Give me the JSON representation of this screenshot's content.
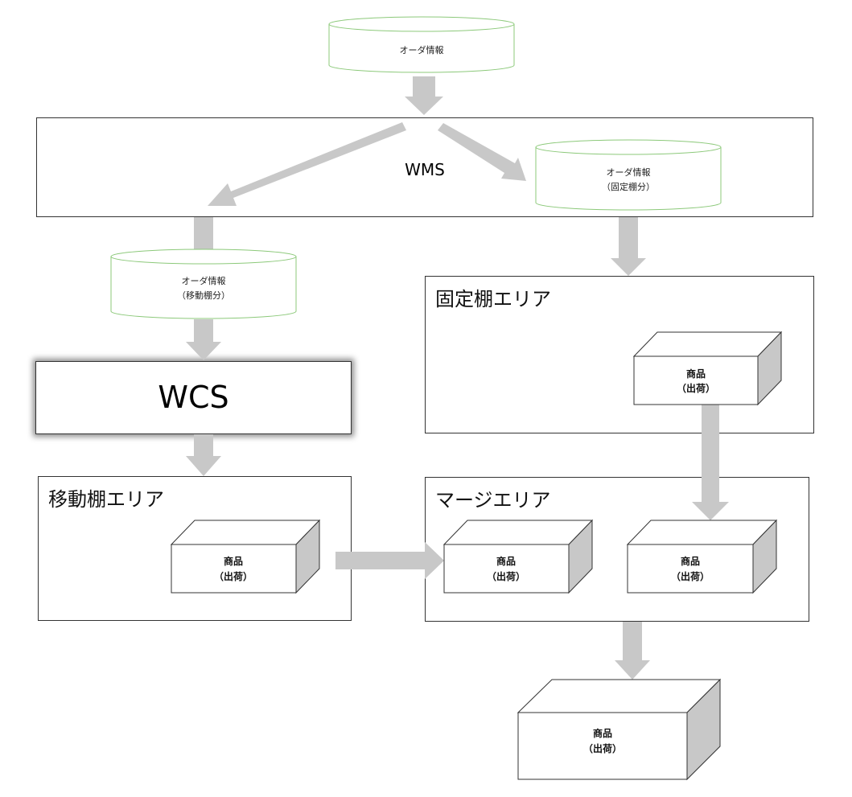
{
  "cylinders": {
    "order": {
      "line1": "オーダ情報",
      "line2": ""
    },
    "fixed": {
      "line1": "オーダ情報",
      "line2": "（固定棚分）"
    },
    "mobile": {
      "line1": "オーダ情報",
      "line2": "（移動棚分）"
    }
  },
  "systems": {
    "wms": "WMS",
    "wcs": "WCS"
  },
  "areas": {
    "fixed": "固定棚エリア",
    "mobile": "移動棚エリア",
    "merge": "マージエリア"
  },
  "product": {
    "line1": "商品",
    "line2": "（出荷）"
  },
  "colors": {
    "cylinder_stroke": "#8cc97a",
    "arrow_fill": "#c8c8c8",
    "box_stroke": "#333333",
    "product_side": "#c8c8c8"
  }
}
